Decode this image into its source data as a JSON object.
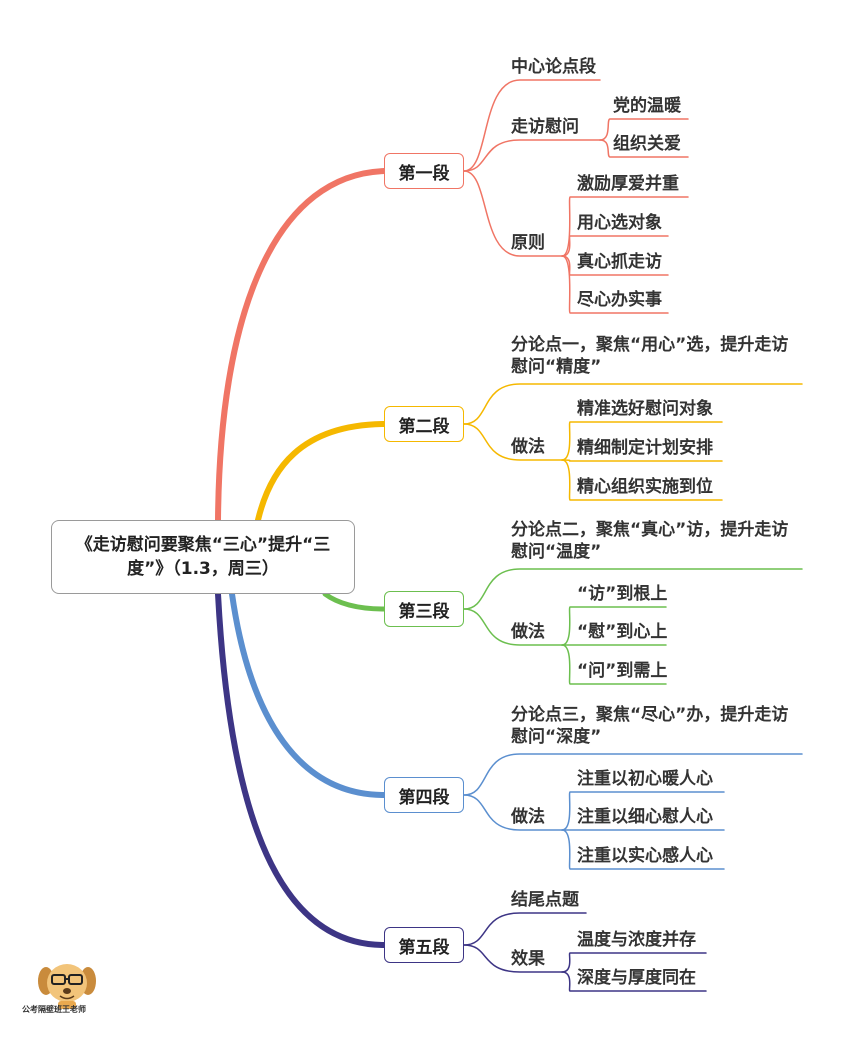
{
  "root": {
    "title": "《走访慰问要聚焦“三心”提升“三度”》（1.3，周三）"
  },
  "sections": [
    {
      "label": "第一段",
      "color": "#f07565",
      "children": [
        {
          "label": "中心论点段"
        },
        {
          "label": "走访慰问",
          "children": [
            "党的温暖",
            "组织关爱"
          ]
        },
        {
          "label": "原则",
          "children": [
            "激励厚爱并重",
            "用心选对象",
            "真心抓走访",
            "尽心办实事"
          ]
        }
      ]
    },
    {
      "label": "第二段",
      "color": "#f5b800",
      "children": [
        {
          "label": "分论点一，聚焦“用心”选，提升走访慰问“精度”"
        },
        {
          "label": "做法",
          "children": [
            "精准选好慰问对象",
            "精细制定计划安排",
            "精心组织实施到位"
          ]
        }
      ]
    },
    {
      "label": "第三段",
      "color": "#6cbf4f",
      "children": [
        {
          "label": "分论点二，聚焦“真心”访，提升走访慰问“温度”"
        },
        {
          "label": "做法",
          "children": [
            "“访”到根上",
            "“慰”到心上",
            "“问”到需上"
          ]
        }
      ]
    },
    {
      "label": "第四段",
      "color": "#5b8fcf",
      "children": [
        {
          "label": "分论点三，聚焦“尽心”办，提升走访慰问“深度”"
        },
        {
          "label": "做法",
          "children": [
            "注重以初心暖人心",
            "注重以细心慰人心",
            "注重以实心感人心"
          ]
        }
      ]
    },
    {
      "label": "第五段",
      "color": "#3d3585",
      "children": [
        {
          "label": "结尾点题"
        },
        {
          "label": "效果",
          "children": [
            "温度与浓度并存",
            "深度与厚度同在"
          ]
        }
      ]
    }
  ],
  "watermark": {
    "text": "公考隔壁班王老师",
    "icon": "cartoon-dog-teacher-icon"
  }
}
